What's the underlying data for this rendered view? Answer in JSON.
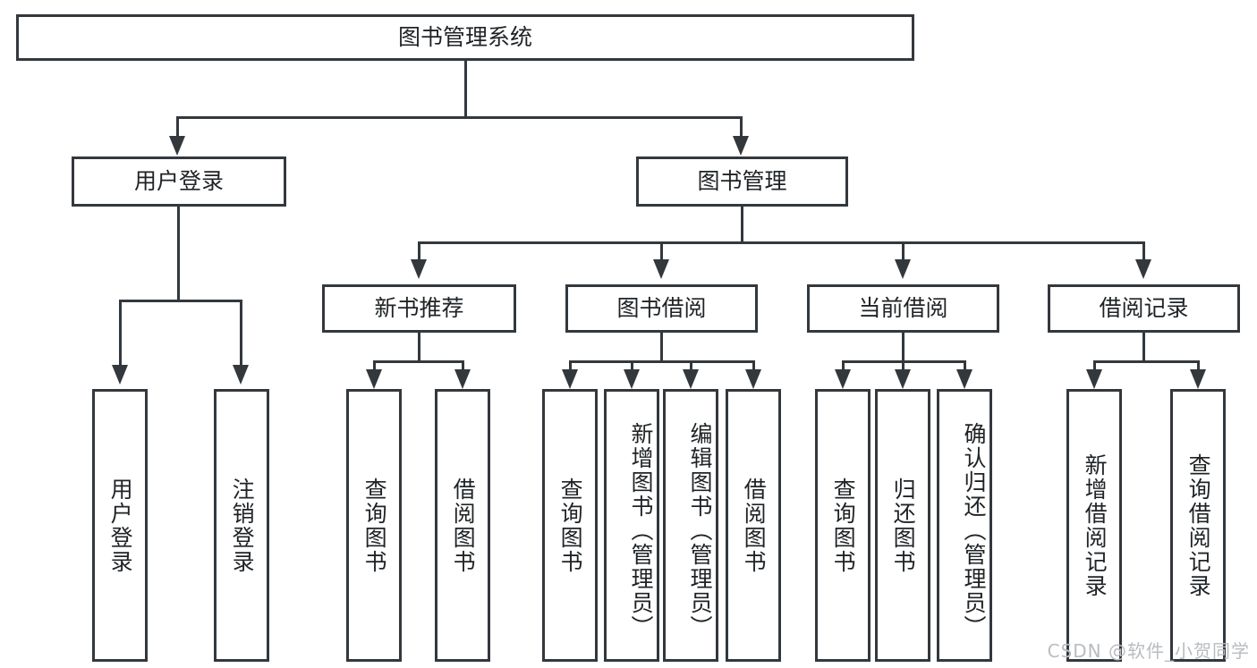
{
  "diagram": {
    "title": "图书管理系统",
    "type": "tree",
    "root": {
      "label": "图书管理系统"
    },
    "level2": [
      {
        "label": "用户登录"
      },
      {
        "label": "图书管理"
      }
    ],
    "level3": [
      {
        "label": "新书推荐"
      },
      {
        "label": "图书借阅"
      },
      {
        "label": "当前借阅"
      },
      {
        "label": "借阅记录"
      }
    ],
    "leaves": {
      "user_login": [
        {
          "label": "用户登录"
        },
        {
          "label": "注销登录"
        }
      ],
      "new_book_rec": [
        {
          "label": "查询图书"
        },
        {
          "label": "借阅图书"
        }
      ],
      "book_borrow": [
        {
          "label": "查询图书"
        },
        {
          "label": "新增图书（管理员）"
        },
        {
          "label": "编辑图书（管理员）"
        },
        {
          "label": "借阅图书"
        }
      ],
      "current_borrow": [
        {
          "label": "查询图书"
        },
        {
          "label": "归还图书"
        },
        {
          "label": "确认归还（管理员）"
        }
      ],
      "borrow_record": [
        {
          "label": "新增借阅记录"
        },
        {
          "label": "查询借阅记录"
        }
      ]
    }
  },
  "watermark": {
    "text": "CSDN @软件_小贺同学"
  },
  "colors": {
    "line": "#33383d",
    "background": "#ffffff",
    "text": "#1f2326",
    "watermark": "#b9bcc0"
  }
}
